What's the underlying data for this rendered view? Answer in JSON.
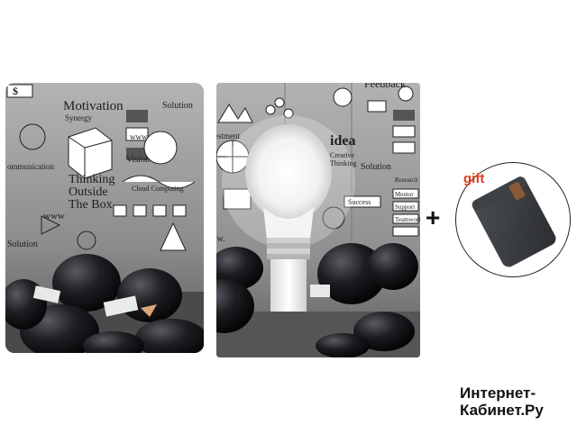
{
  "product": {
    "title": "Smart cover with lightbulb and pencil doodle print",
    "back_labels": {
      "motivation": "Motivation",
      "synergy": "Synergy",
      "solution_top": "Solution",
      "www_1": "www",
      "thinking": "Thinking",
      "outside": "Outside",
      "the_box": "The Box",
      "vision": "Vision",
      "cloud": "Cloud Computing",
      "communication": "ommunication",
      "www_2": "www",
      "solution_bottom": "Solution",
      "dollar": "$"
    },
    "cover_labels": {
      "investment": "Investment",
      "idea": "idea",
      "creative": "Creative",
      "thinking": "Thinking",
      "solution": "Solution",
      "www": "www.",
      "success": "Success",
      "mentor": "Mentor",
      "support": "Support",
      "teamwork": "Teamwork",
      "research": "Research",
      "feedback": "Feedback"
    }
  },
  "plus_sign": "+",
  "gift_label": "gift",
  "watermark": {
    "line1": "Интернет-",
    "line2": "Кабинет.Ру"
  },
  "colors": {
    "gift_red": "#e03a1c",
    "print_gray": "#a0a0a0",
    "bulb_dark": "#1b1b1f",
    "sleeve_felt": "#3a3d42",
    "sleeve_tab": "#8a5a35"
  }
}
